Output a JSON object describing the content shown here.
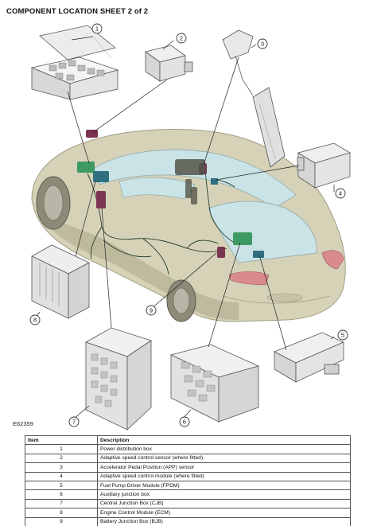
{
  "sheet_title": "COMPONENT LOCATION SHEET 2 of 2",
  "figure_code": "E62359",
  "callouts": [
    "1",
    "2",
    "3",
    "4",
    "5",
    "6",
    "7",
    "8",
    "9"
  ],
  "table": {
    "headers": {
      "item": "Item",
      "description": "Description"
    },
    "rows": [
      {
        "item": "1",
        "description": "Power distribution box"
      },
      {
        "item": "2",
        "description": "Adaptive speed control sensor (where fitted)"
      },
      {
        "item": "3",
        "description": "Accelerator Pedal Position (APP) sensor"
      },
      {
        "item": "4",
        "description": "Adaptive speed control module (where fitted)"
      },
      {
        "item": "5",
        "description": "Fuel Pump Driver Module (FPDM)"
      },
      {
        "item": "6",
        "description": "Auxiliary junction box"
      },
      {
        "item": "7",
        "description": "Central Junction Box (CJB)"
      },
      {
        "item": "8",
        "description": "Engine Control Module (ECM)"
      },
      {
        "item": "9",
        "description": "Battery Junction Box (BJB)"
      }
    ]
  },
  "colors": {
    "car_body": "#d6d2b8",
    "car_shadow": "#b6b296",
    "glass": "#c9e3e6",
    "tail_light": "#d98a8a",
    "module_green": "#3d9a62",
    "module_purple": "#7a3652",
    "module_teal": "#2f6f7f",
    "wiring": "#243c2c"
  }
}
